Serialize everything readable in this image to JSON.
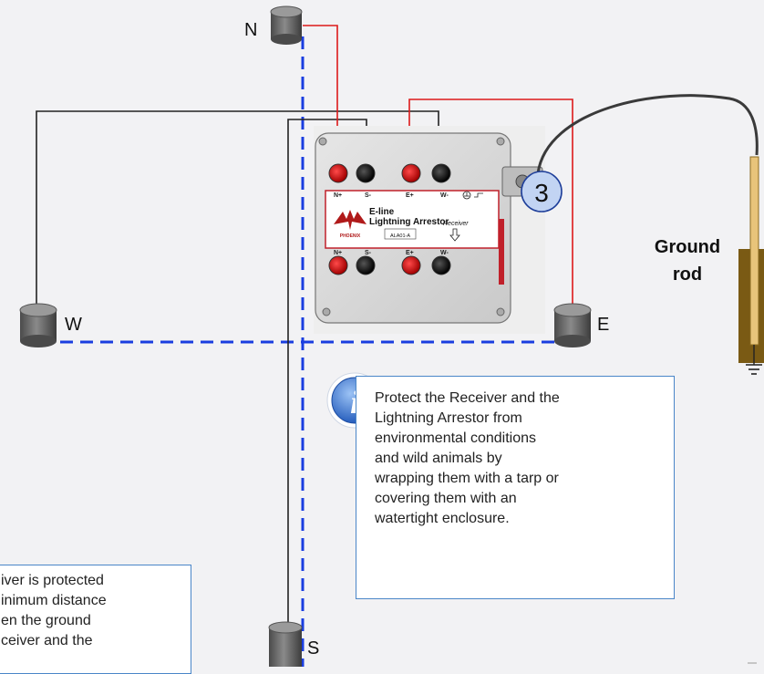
{
  "sensors": {
    "n": "N",
    "w": "W",
    "e": "E",
    "s": "S"
  },
  "arrestor": {
    "terminals_top": [
      "N+",
      "S-",
      "E+",
      "W-"
    ],
    "terminals_bottom": [
      "N+",
      "S-",
      "E+",
      "W-"
    ],
    "line1": "E-line",
    "line2": "Lightning Arrestor",
    "model": "ALA01-A",
    "brand": "PHOENIX",
    "receiver": "Receiver"
  },
  "step_number": "3",
  "ground_rod": {
    "line1": "Ground",
    "line2": "rod"
  },
  "info_note": {
    "lines": [
      "Protect the Receiver and the",
      "Lightning Arrestor from",
      "environmental conditions",
      "and wild animals by",
      "wrapping them with a tarp or",
      "covering them with an",
      "watertight enclosure."
    ]
  },
  "left_note": {
    "lines": [
      "iver is protected",
      "inimum distance",
      "en the ground",
      "ceiver and the"
    ]
  },
  "colors": {
    "signal_wire": "#dd1a1a",
    "cable": "#222222",
    "dashed_line": "#1a3ee0",
    "note_border": "#4a86c8",
    "info_icon": "#2a66c8"
  }
}
